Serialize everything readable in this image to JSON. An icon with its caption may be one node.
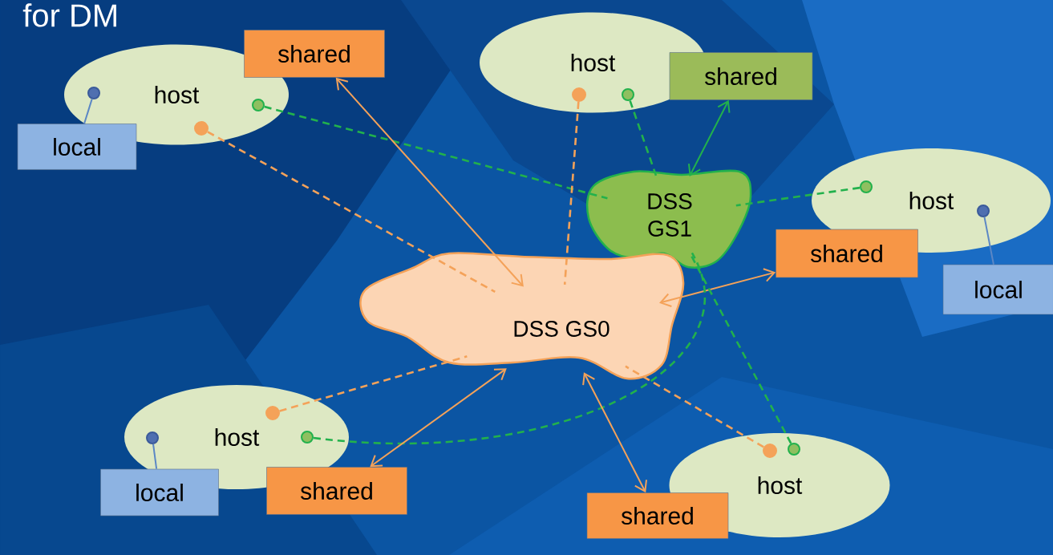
{
  "diagram": {
    "nodes": [
      {
        "text": [
          "host"
        ]
      },
      {
        "text": [],
        "shape": "circle",
        "in": 0
      },
      {
        "text": [],
        "shape": "circle",
        "in": 0
      },
      {
        "text": [],
        "shape": "circle",
        "in": 0
      },
      {
        "text": [
          "local"
        ]
      },
      {
        "text": [
          "shared"
        ]
      },
      {
        "text": [
          "host"
        ]
      },
      {
        "text": [],
        "shape": "circle",
        "in": 6
      },
      {
        "text": [],
        "shape": "circle",
        "in": 6
      },
      {
        "text": [
          "shared"
        ]
      },
      {
        "text": [
          "DSS GS1"
        ]
      },
      {
        "text": [
          "host"
        ]
      },
      {
        "text": [],
        "shape": "circle",
        "in": 11
      },
      {
        "text": [],
        "shape": "circle",
        "in": 11
      },
      {
        "text": [
          "shared"
        ]
      },
      {
        "text": [
          "local"
        ]
      },
      {
        "text": [
          "DSS GS0"
        ]
      },
      {
        "text": [
          "host"
        ]
      },
      {
        "text": [],
        "shape": "circle",
        "in": 17
      },
      {
        "text": [],
        "shape": "circle",
        "in": 17
      },
      {
        "text": [],
        "shape": "circle",
        "in": 17
      },
      {
        "text": [
          "local"
        ]
      },
      {
        "text": [
          "shared"
        ]
      },
      {
        "text": [
          "host"
        ]
      },
      {
        "text": [],
        "shape": "circle",
        "in": 23
      },
      {
        "text": [],
        "shape": "circle",
        "in": 23
      },
      {
        "text": [
          "shared"
        ]
      }
    ],
    "edges": [
      {
        "from": 1,
        "to": 4,
        "arrow": "none",
        "color": "#5b87c5"
      },
      {
        "from": 2,
        "to": 16,
        "arrow": "none",
        "style": "dashed"
      },
      {
        "from": 3,
        "to": 10,
        "arrow": "none",
        "style": "dashed",
        "color": "#22b14c"
      },
      {
        "from": 5,
        "to": 16,
        "arrow": "both"
      },
      {
        "from": 7,
        "to": 16,
        "arrow": "none",
        "style": "dashed"
      },
      {
        "from": 8,
        "to": 10,
        "arrow": "none",
        "style": "dashed",
        "color": "#22b14c"
      },
      {
        "from": 9,
        "to": 10,
        "arrow": "both",
        "color": "#22b14c"
      },
      {
        "from": 12,
        "to": 10,
        "arrow": "none",
        "style": "dashed",
        "color": "#22b14c"
      },
      {
        "from": 13,
        "to": 15,
        "arrow": "none",
        "color": "#5b87c5"
      },
      {
        "from": 14,
        "to": 16,
        "arrow": "both"
      },
      {
        "from": 19,
        "to": 16,
        "arrow": "none",
        "style": "dashed"
      },
      {
        "from": 20,
        "to": 10,
        "arrow": "none",
        "style": "dashed",
        "color": "#22b14c"
      },
      {
        "from": 18,
        "to": 21,
        "arrow": "none",
        "color": "#5b87c5"
      },
      {
        "from": 22,
        "to": 16,
        "arrow": "both"
      },
      {
        "from": 24,
        "to": 16,
        "arrow": "none",
        "style": "dashed"
      },
      {
        "from": 25,
        "to": 10,
        "arrow": "none",
        "style": "dashed",
        "color": "#22b14c"
      },
      {
        "from": 26,
        "to": 16,
        "arrow": "both"
      }
    ],
    "labels": [
      "for DM"
    ]
  }
}
